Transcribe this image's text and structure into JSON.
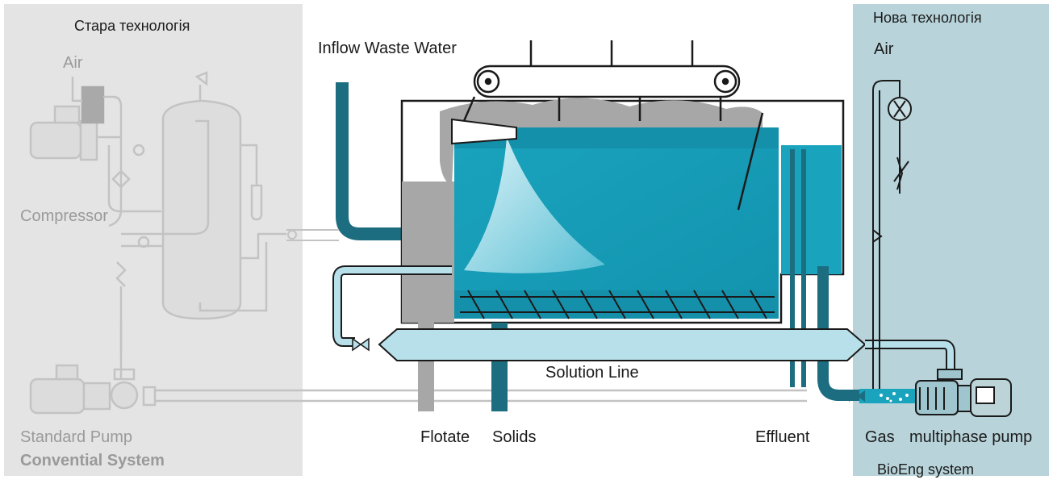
{
  "panels": {
    "old": {
      "title": "Стара технологія",
      "background": "#e4e4e4"
    },
    "new": {
      "title": "Нова технологія",
      "background": "#b8d4da"
    }
  },
  "labels": {
    "air_old": "Air",
    "compressor": "Compressor",
    "standard_pump": "Standard Pump",
    "conventional_system": "Convential System",
    "inflow": "Inflow  Waste Water",
    "solution_line": "Solution Line",
    "flotate": "Flotate",
    "solids": "Solids",
    "effluent": "Effluent",
    "air_new": "Air",
    "gas": "Gas",
    "multiphase_pump": "multiphase pump",
    "bioeng_system": "BioEng system"
  },
  "colors": {
    "water": "#1aa3bd",
    "pipe_dark": "#1c6d80",
    "pipe_light": "#b7e0ea",
    "sludge": "#a7a7a7",
    "tank_outline": "#1a1a1a",
    "old_equipment": "#c3c3c3"
  }
}
